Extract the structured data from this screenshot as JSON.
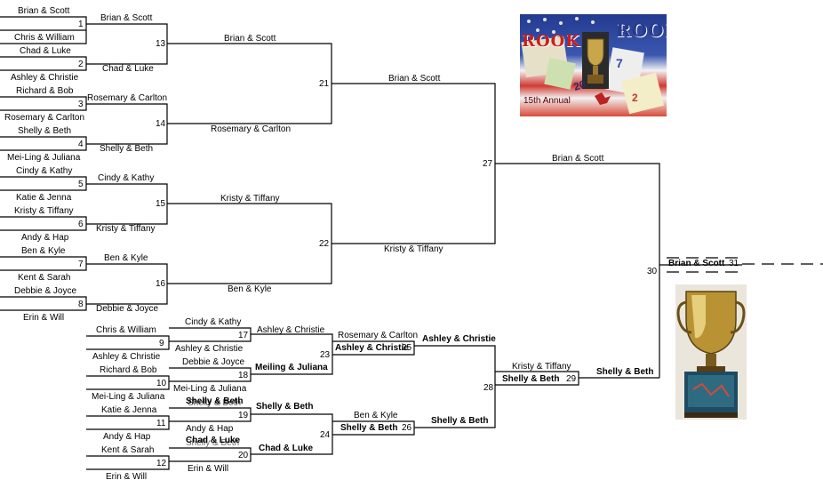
{
  "round1": [
    {
      "top": "Brian & Scott",
      "bottom": "Chris & William",
      "num": "1"
    },
    {
      "top": "Chad & Luke",
      "bottom": "Ashley & Christie",
      "num": "2"
    },
    {
      "top": "Richard & Bob",
      "bottom": "Rosemary & Carlton",
      "num": "3"
    },
    {
      "top": "Shelly & Beth",
      "bottom": "Mei-Ling & Juliana",
      "num": "4"
    },
    {
      "top": "Cindy & Kathy",
      "bottom": "Katie & Jenna",
      "num": "5"
    },
    {
      "top": "Kristy & Tiffany",
      "bottom": "Andy & Hap",
      "num": "6"
    },
    {
      "top": "Ben & Kyle",
      "bottom": "Kent & Sarah",
      "num": "7"
    },
    {
      "top": "Debbie & Joyce",
      "bottom": "Erin & Will",
      "num": "8"
    }
  ],
  "round2": [
    {
      "top": "Brian & Scott",
      "bottom": "Chad & Luke",
      "num": "13"
    },
    {
      "top": "Rosemary & Carlton",
      "bottom": "Shelly & Beth",
      "num": "14"
    },
    {
      "top": "Cindy & Kathy",
      "bottom": "Kristy & Tiffany",
      "num": "15"
    },
    {
      "top": "Ben & Kyle",
      "bottom": "Debbie & Joyce",
      "num": "16"
    }
  ],
  "round3": [
    {
      "top": "Brian & Scott",
      "bottom": "Rosemary & Carlton",
      "num": "21"
    },
    {
      "top": "Kristy & Tiffany",
      "bottom": "Ben & Kyle",
      "num": "22"
    }
  ],
  "round4": {
    "top": "Brian & Scott",
    "bottom": "Kristy & Tiffany",
    "num": "27"
  },
  "final": {
    "top": "Brian & Scott",
    "num": "30",
    "champion": "Brian & Scott",
    "champion_num": "31"
  },
  "losers": {
    "lb1": [
      {
        "top": "Chris & William",
        "bottom": "Ashley & Christie",
        "num": "9"
      },
      {
        "top": "Richard & Bob",
        "bottom": "Mei-Ling & Juliana",
        "num": "10"
      },
      {
        "top": "Katie & Jenna",
        "bottom": "Andy & Hap",
        "num": "11"
      },
      {
        "top": "Kent & Sarah",
        "bottom": "Erin & Will",
        "num": "12"
      }
    ],
    "lb2": [
      {
        "top": "Cindy & Kathy",
        "bottom": "Ashley & Christie",
        "num": "17"
      },
      {
        "top": "Debbie & Joyce",
        "bottom": "Mei-Ling & Juliana",
        "num": "18"
      },
      {
        "top": "Shelly & Beth",
        "top_overlap": "Shelly & Beth",
        "bottom": "Andy & Hap",
        "num": "19"
      },
      {
        "top": "Chad & Luke",
        "top_overlap": "Shelly & Beth",
        "bottom": "Erin & Will",
        "num": "20"
      }
    ],
    "lb3": [
      {
        "top": "Ashley & Christie",
        "bottom": "Meiling & Juliana",
        "num": "23"
      },
      {
        "top": "Shelly & Beth",
        "bottom": "Chad & Luke",
        "num": "24"
      }
    ],
    "lb4": [
      {
        "top": "Rosemary & Carlton",
        "bottom": "Ashley & Christie",
        "num": "25"
      },
      {
        "top": "Ben & Kyle",
        "bottom": "Shelly & Beth",
        "num": "26"
      }
    ],
    "lb5": {
      "top": "Ashley & Christie",
      "bottom": "Shelly & Beth",
      "num": "28"
    },
    "lb6": {
      "top": "Kristy & Tiffany",
      "bottom": "Shelly & Beth",
      "num": "29"
    },
    "lb_winner": "Shelly & Beth"
  },
  "logo": {
    "word1": "ROOK",
    "word2": "ROOK",
    "caption": "15th Annual",
    "colors": {
      "blue": "#2a3a8a",
      "red": "#c8201c",
      "gold": "#b08a2a"
    }
  },
  "trophy_icon": "trophy-icon"
}
